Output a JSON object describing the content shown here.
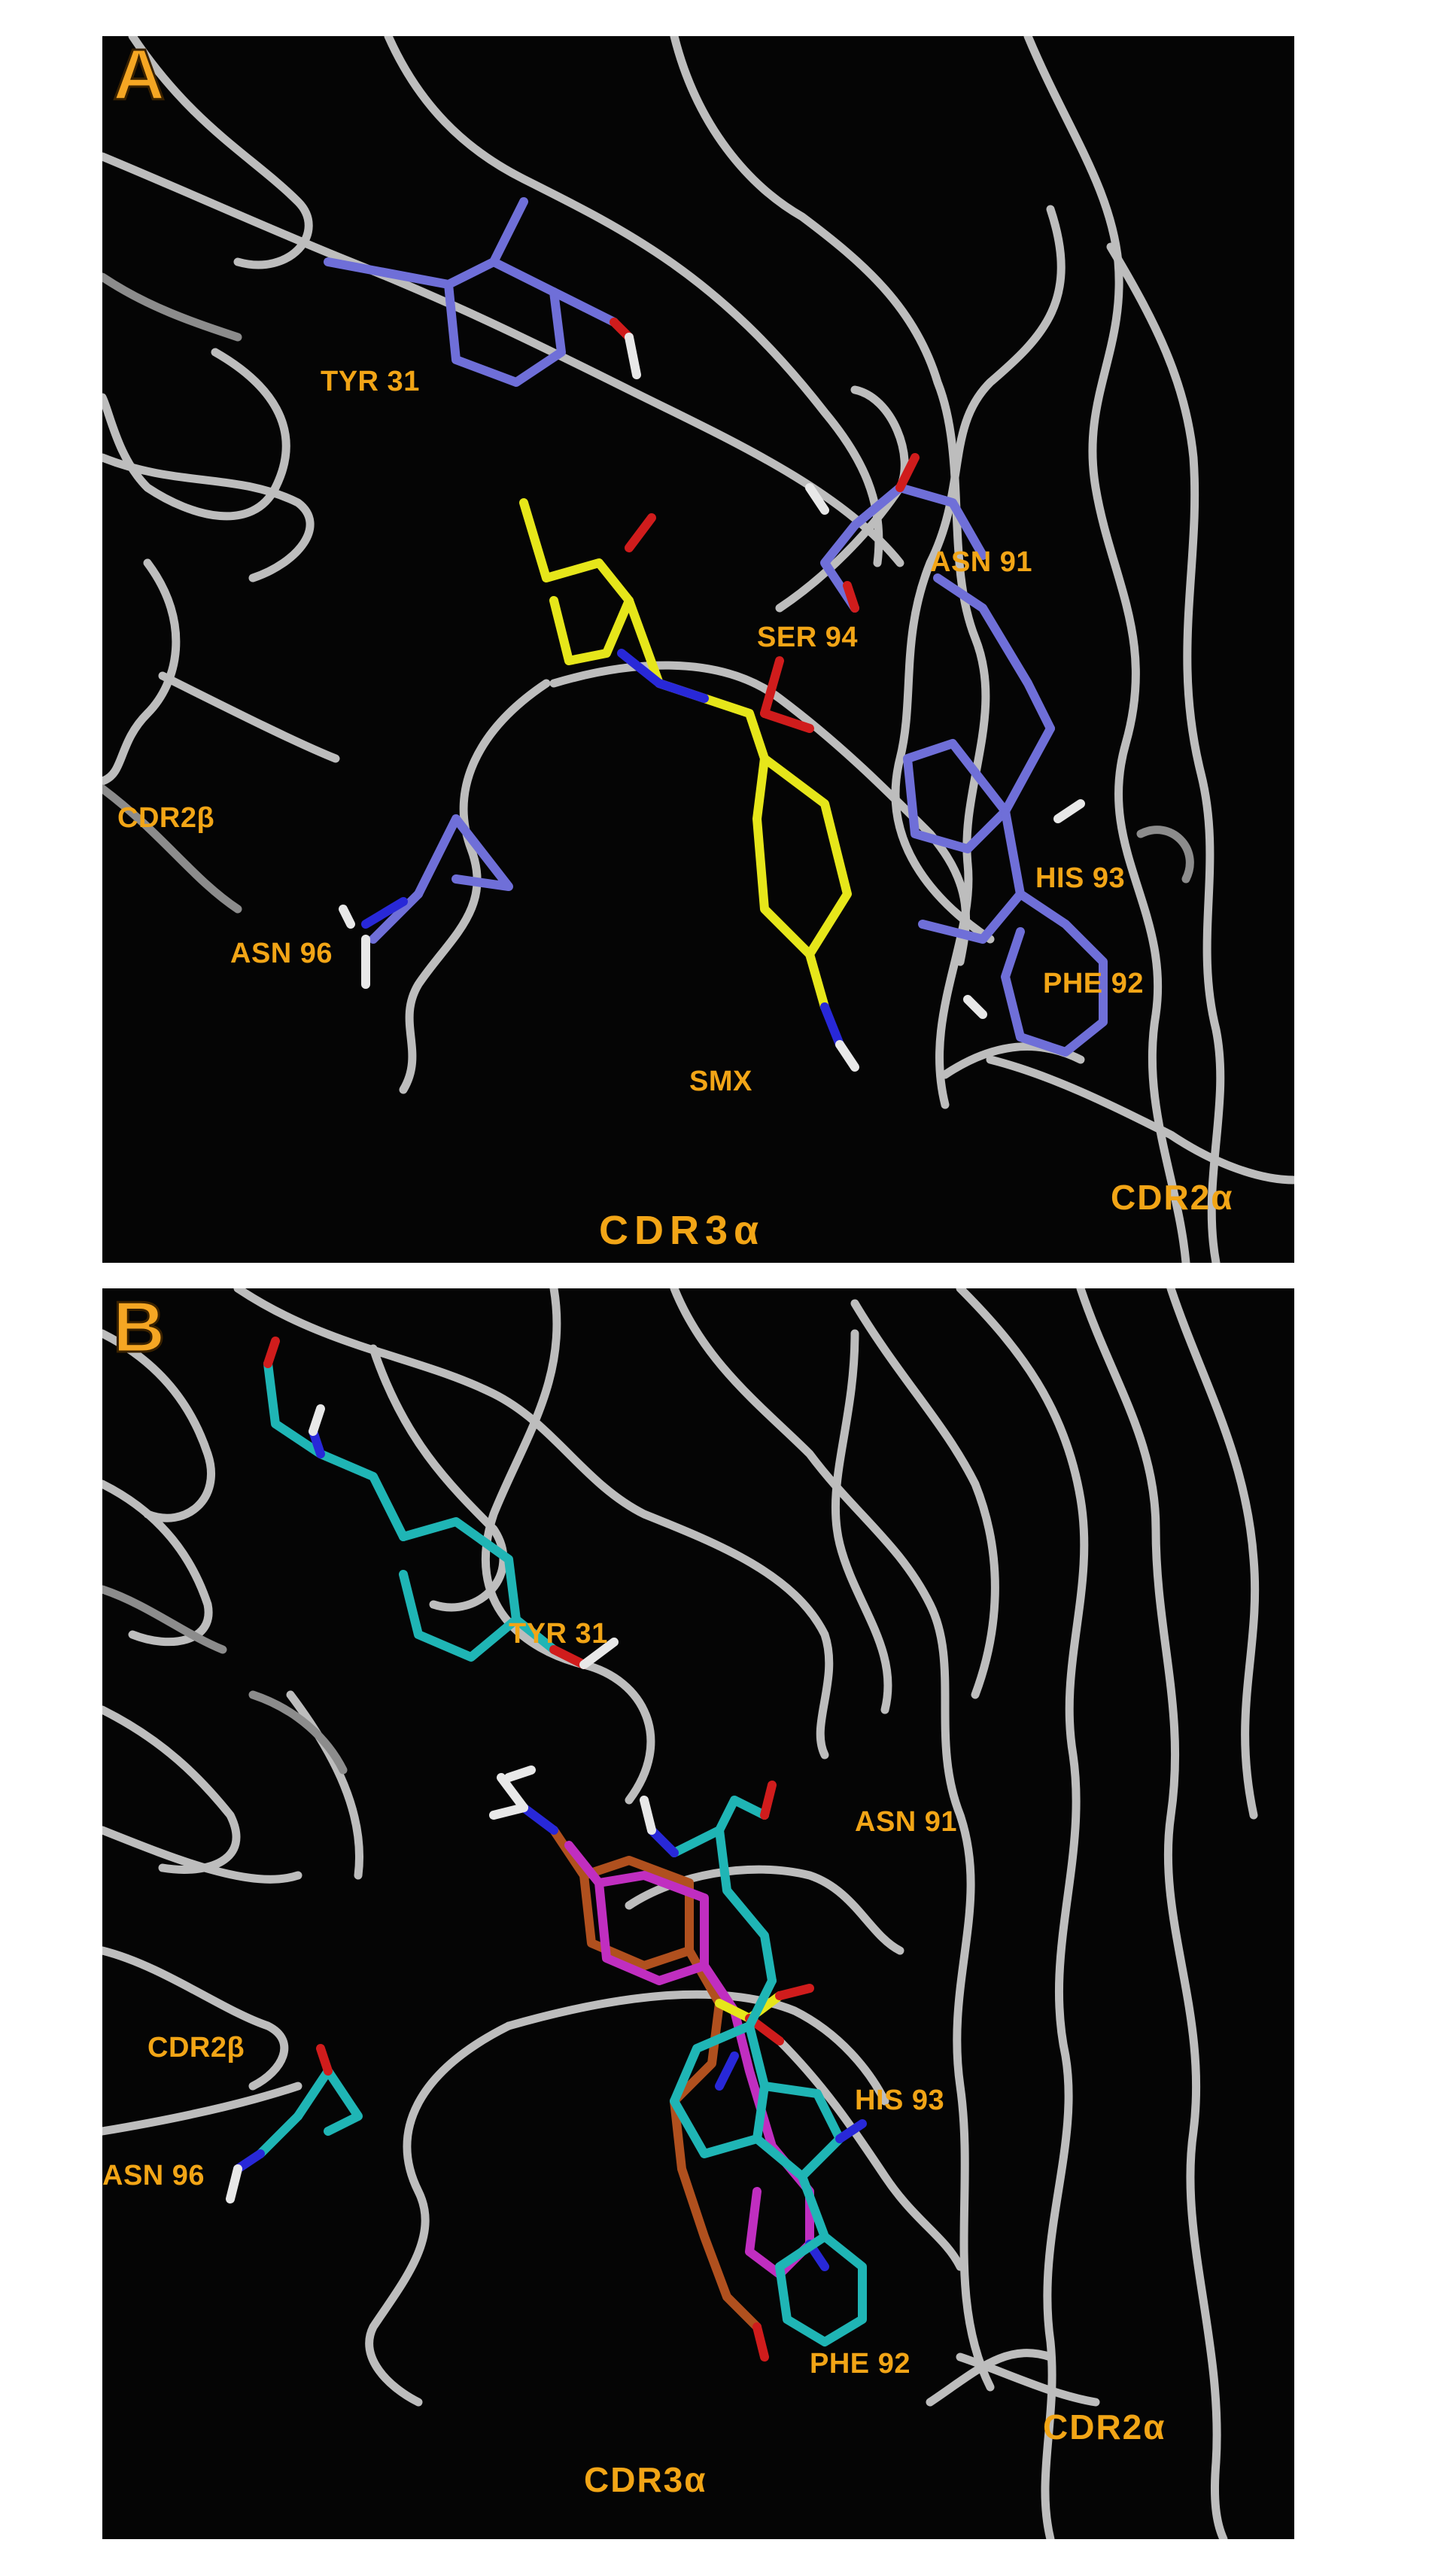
{
  "panel_a": {
    "letter": "A",
    "labels": {
      "tyr31": "TYR 31",
      "asn91": "ASN 91",
      "ser94": "SER 94",
      "cdr2b": "CDR2β",
      "his93": "HIS 93",
      "asn96": "ASN 96",
      "phe92": "PHE 92",
      "smx": "SMX",
      "cdr2a": "CDR2α",
      "cdr3a": "CDR3α"
    }
  },
  "panel_b": {
    "letter": "B",
    "labels": {
      "tyr31": "TYR 31",
      "asn91": "ASN 91",
      "cdr2b": "CDR2β",
      "his93": "HIS 93",
      "asn96": "ASN 96",
      "phe92": "PHE 92",
      "cdr2a": "CDR2α",
      "cdr3a": "CDR3α"
    }
  },
  "colors": {
    "label": "#f2a516",
    "ribbon": "#bdbdbd",
    "residues_a": "#6f6fd8",
    "ligand_a": "#e6e61a",
    "residues_b": "#1fb5b5",
    "ligand_b1": "#c02ec0",
    "ligand_b2": "#b0501e",
    "oxygen": "#d01c1c",
    "nitrogen": "#2828d8",
    "hydrogen": "#e8e8e8"
  }
}
